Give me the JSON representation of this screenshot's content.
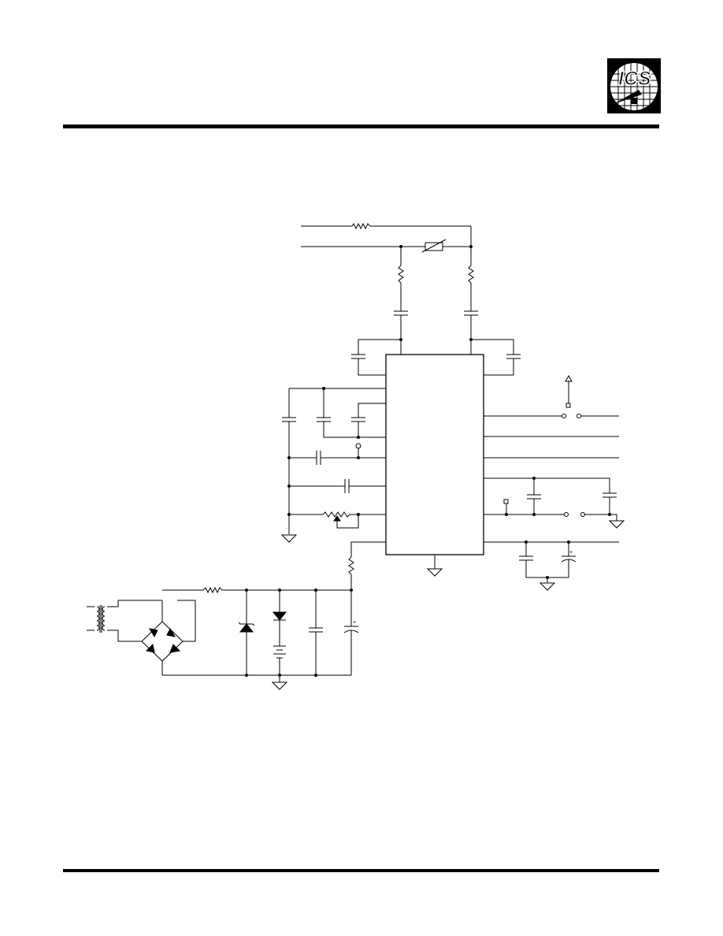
{
  "logo": {
    "text": "ICS",
    "icon": "ics-logo-icon"
  },
  "colors": {
    "ink": "#000000",
    "paper": "#ffffff"
  },
  "diagram": {
    "type": "circuit-schematic",
    "components": [
      "resistor",
      "thermistor",
      "capacitor",
      "electrolytic-capacitor",
      "potentiometer",
      "transformer",
      "bridge-rectifier",
      "zener-diode",
      "diode",
      "battery",
      "switch",
      "ground",
      "integrated-circuit"
    ]
  }
}
